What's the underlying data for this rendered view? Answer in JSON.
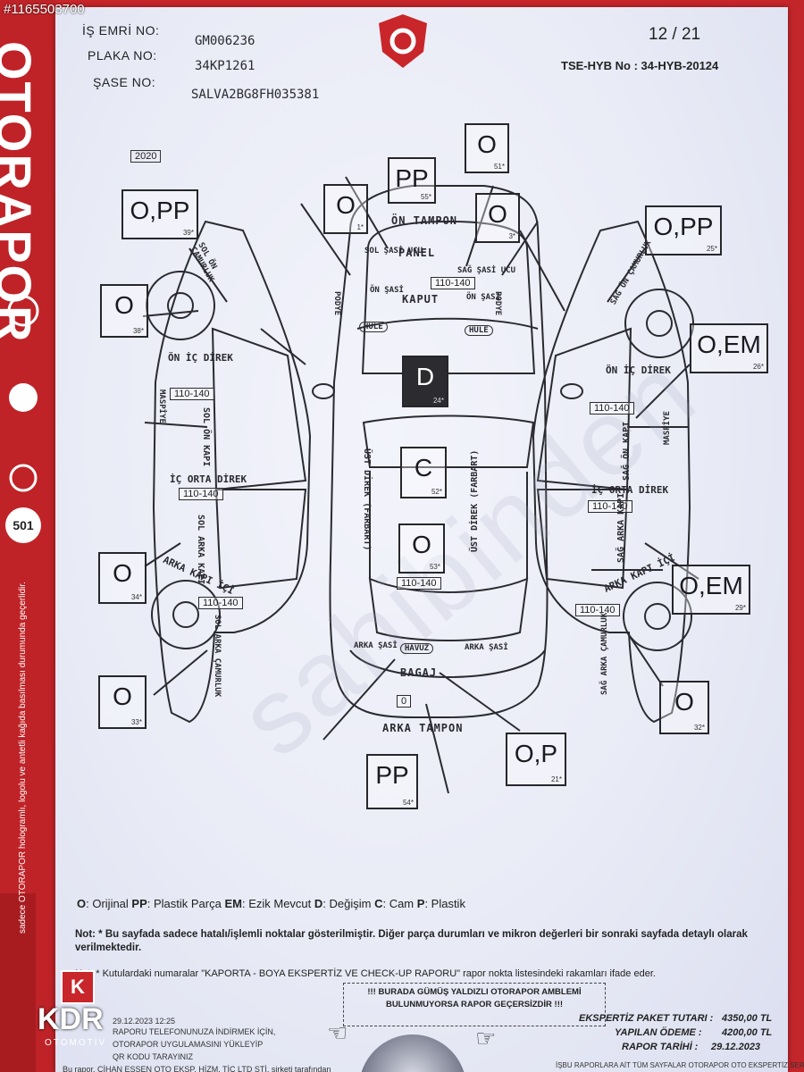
{
  "watermark_id": "#1165503700",
  "sahibinden": "sahibinden",
  "brand": {
    "name": "OTORAPOR",
    "side_text": "sadece OTORAPOR hologramlı, logolu ve antetli kağıda basılması durumunda geçerlidir.",
    "badge_501": "501"
  },
  "header": {
    "is_emri_label": "İŞ EMRİ NO:",
    "is_emri": "GM006236",
    "plaka_label": "PLAKA NO:",
    "plaka": "34KP1261",
    "sase_label": "ŞASE NO:",
    "sase": "SALVA2BG8FH035381",
    "page": "12 / 21",
    "tse": "TSE-HYB No : 34-HYB-20124",
    "year": "2020"
  },
  "boxes": {
    "on_tampon": {
      "v": "PP",
      "n": "55*"
    },
    "top_51": {
      "v": "O",
      "n": "51*"
    },
    "sol_sasi_ucu": {
      "v": "O",
      "n": "1*"
    },
    "sag_sasi_ucu": {
      "v": "O",
      "n": "3*"
    },
    "sol_camurluk": {
      "v": "O,PP",
      "n": "39*"
    },
    "sag_camurluk": {
      "v": "O,PP",
      "n": "25*"
    },
    "sol_on_tekerlek": {
      "v": "O",
      "n": "38*"
    },
    "sag_on_kapi": {
      "v": "O,EM",
      "n": "26*"
    },
    "tavan": {
      "v": "D",
      "n": "24*"
    },
    "cam": {
      "v": "C",
      "n": "52*"
    },
    "bagaj_kapagi": {
      "v": "O",
      "n": "53*"
    },
    "sol_arka_kapi": {
      "v": "O",
      "n": "34*"
    },
    "sag_arka_kapi": {
      "v": "O,EM",
      "n": "29*"
    },
    "sol_arka_camurluk": {
      "v": "O",
      "n": "33*"
    },
    "sag_arka_camurluk": {
      "v": "O",
      "n": "32*"
    },
    "arka_tampon": {
      "v": "PP",
      "n": "54*"
    },
    "bagaj": {
      "v": "O,P",
      "n": "21*"
    }
  },
  "ranges": {
    "kaput": "110-140",
    "sol_on_kapi": "110-140",
    "sol_arka_kapi": "110-140",
    "sol_arka_camurluk": "110-140",
    "sag_on_kapi": "110-140",
    "sag_arka_kapi": "110-140",
    "sag_arka_camurluk": "110-140",
    "bagaj": "110-140",
    "bagaj_o": "0"
  },
  "labels": {
    "on_tampon": "ÖN TAMPON",
    "panel": "PANEL",
    "kaput": "KAPUT",
    "sol_sasi_ucu": "SOL ŞASİ UCU",
    "sag_sasi_ucu": "SAĞ ŞASİ UCU",
    "on_sasi_l": "ÖN ŞASİ",
    "on_sasi_r": "ÖN ŞASİ",
    "podye_l": "PODYE",
    "podye_r": "PODYE",
    "hule_l": "HULE",
    "hule_r": "HULE",
    "sol_camurluk": "SOL ÖN ÇAMURLUK",
    "on_ic_direk_l": "ÖN İÇ DİREK",
    "on_ic_direk_r": "ÖN İÇ DİREK",
    "masphe_l": "MASPİYE",
    "masphe_r": "MASPİYE",
    "sol_on_kapi": "SOL ÖN KAPI",
    "ic_orta_direk_l": "İÇ ORTA DİREK",
    "ic_orta_direk_r": "İÇ ORTA DİREK",
    "sol_arka_kapi": "SOL ARKA KAPI",
    "arka_kapi_ici_l": "ARKA KAPI İÇİ",
    "arka_kapi_ici_r": "ARKA KAPI İÇİ",
    "sol_arka_camurluk": "SOL ARKA ÇAMURLUK",
    "sag_camurluk": "SAĞ ÖN ÇAMURLUK",
    "sag_on_kapi": "SAĞ ÖN KAPI",
    "sag_arka_kapi": "SAĞ ARKA KAPI",
    "sag_arka_camurluk": "SAĞ ARKA ÇAMURLUK",
    "ust_direk_l": "ÜST DİREK (FARBART)",
    "ust_direk_r": "ÜST DİREK (FARBART)",
    "arka_sasi_l": "ARKA ŞASİ",
    "arka_sasi_r": "ARKA ŞASİ",
    "havuz": "HAVUZ",
    "bagaj": "BAGAJ",
    "arka_tampon": "ARKA TAMPON"
  },
  "legend": {
    "o_key": "O",
    "o_desc": ": Orijinal ",
    "pp_key": "PP",
    "pp_desc": ": Plastik Parça ",
    "em_key": "EM",
    "em_desc": ": Ezik Mevcut ",
    "d_key": "D",
    "d_desc": ": Değişim ",
    "c_key": "C",
    "c_desc": ": Cam ",
    "p_key": "P",
    "p_desc": ": Plastik"
  },
  "notes": {
    "note1a": "Not: * Bu sayfada sadece hatalı/işlemli noktalar gösterilmiştir. Diğer parça durumları ve mikron değerleri bir sonraki sayfada detaylı olarak",
    "note1b": "verilmektedir.",
    "note2": "Not: * Kutulardaki numaralar \"KAPORTA - BOYA EKSPERTİZ VE CHECK-UP RAPORU\" rapor nokta listesindeki rakamları ifade eder.",
    "warn1": "!!! BURADA GÜMÜŞ YALDIZLI OTORAPOR AMBLEMİ",
    "warn2": "BULUNMUYORSA RAPOR GEÇERSİZDİR !!!",
    "qr1": "RAPORU TELEFONUNUZA İNDİRMEK İÇİN,",
    "qr2": "OTORAPOR UYGULAMASINI YÜKLEYİP",
    "qr3": "QR KODU TARAYINIZ",
    "qr_date": "29.12.2023 12:25",
    "issuer": "Bu rapor, CİHAN ESSEN OTO EKSP. HİZM. TİC LTD ŞTİ. şirketi tarafından"
  },
  "totals": {
    "paket_label": "EKSPERTİZ PAKET TUTARI :",
    "paket": "4350,00 TL",
    "odeme_label": "YAPILAN ÖDEME :",
    "odeme": "4200,00 TL",
    "tarih_label": "RAPOR TARİHİ :",
    "tarih": "29.12.2023",
    "footer": "İŞBU RAPORLARA AİT TÜM SAYFALAR OTORAPOR OTO EKSPERTİZ SERTİFİKASI"
  },
  "kdr": {
    "letter": "K",
    "name": "KDR",
    "sub": "OTOMOTİV"
  },
  "colors": {
    "brand_red": "#c8262a",
    "paper": "#e9ebf6",
    "ink": "#26262c",
    "dark_box": "#2b2b30"
  }
}
